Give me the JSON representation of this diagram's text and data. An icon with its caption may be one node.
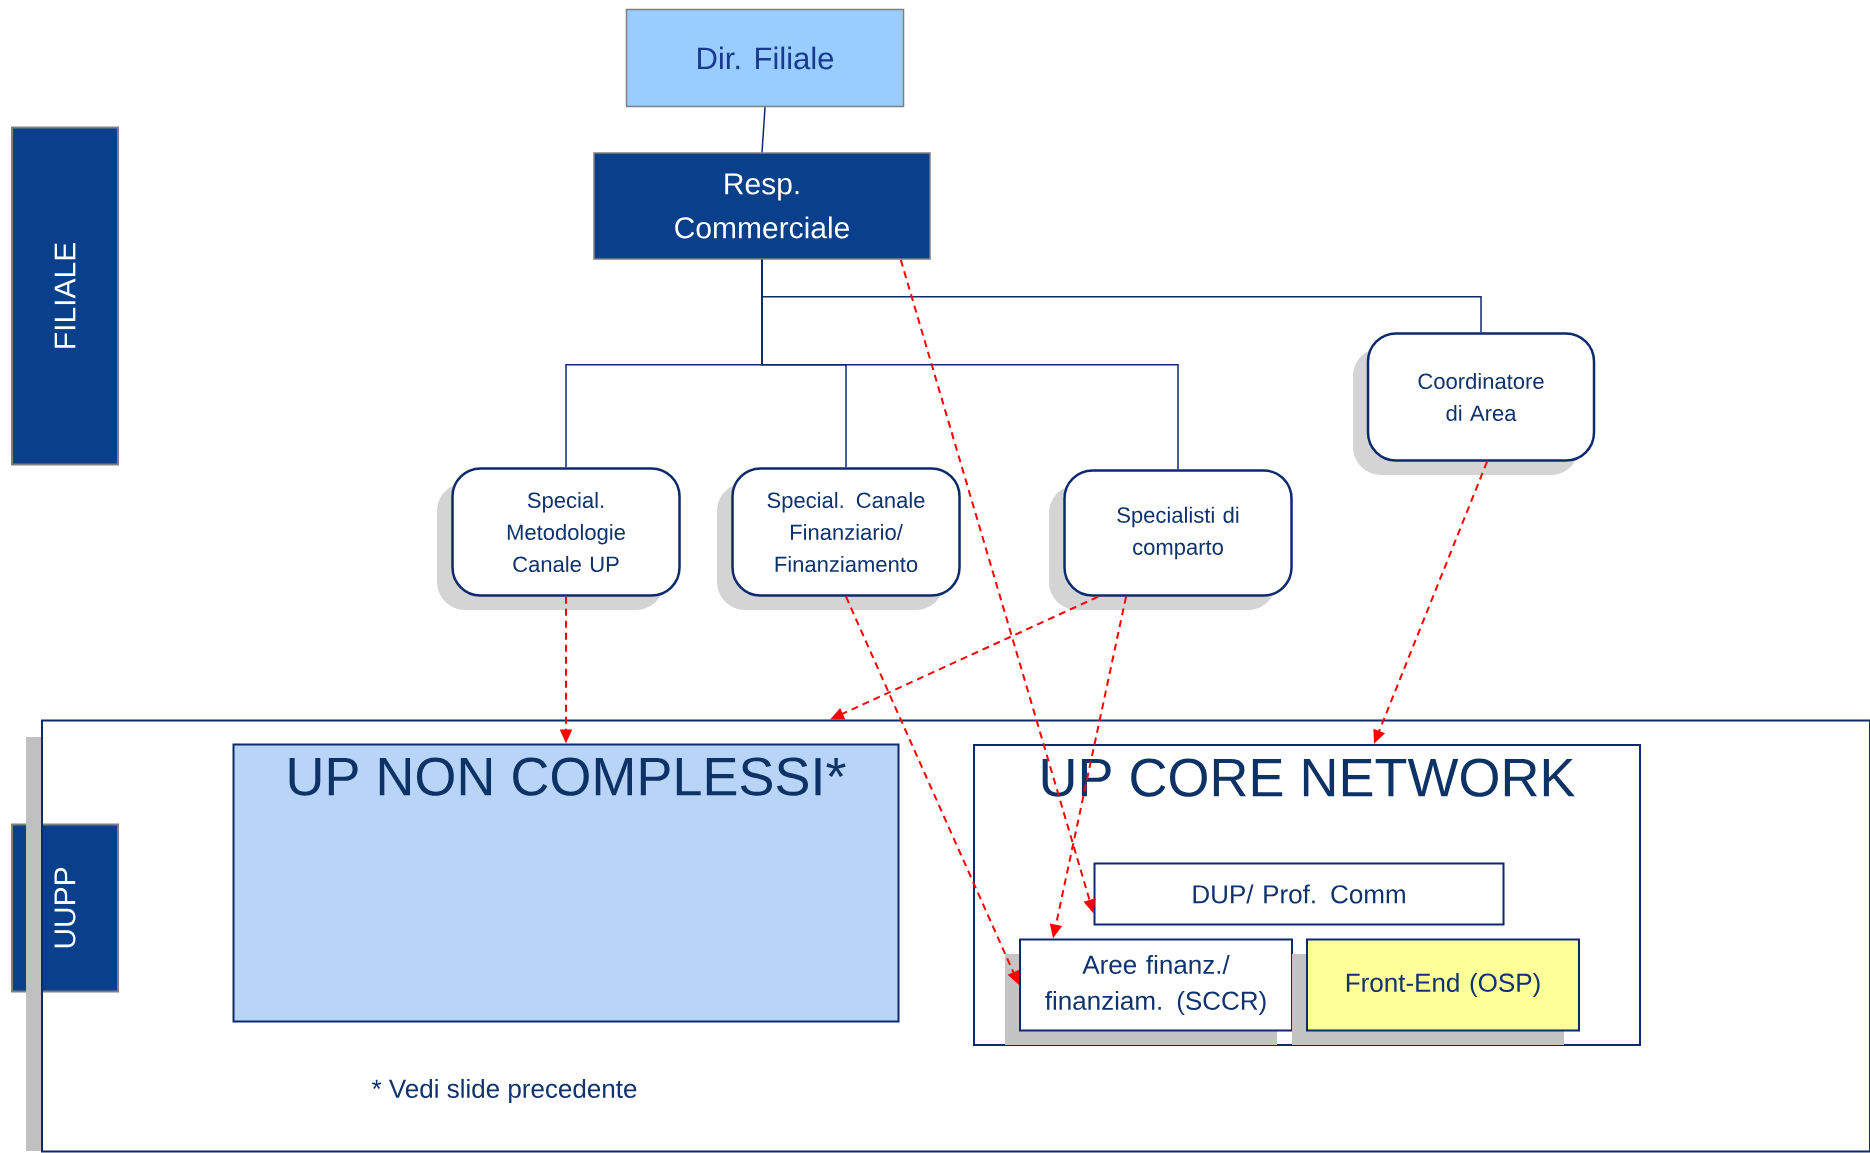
{
  "diagram": {
    "nodes": [
      {
        "text": [
          "FILIALE"
        ]
      },
      {
        "text": [
          "UUPP"
        ]
      },
      {
        "text": [
          "Dir. Filiale"
        ]
      },
      {
        "text": [
          "Resp. Commerciale"
        ]
      },
      {
        "text": [
          "Special. Metodologie Canale UP"
        ]
      },
      {
        "text": [
          "Special. Canale Finanziario/ Finanziamento"
        ]
      },
      {
        "text": [
          "Specialisti  di comparto"
        ]
      },
      {
        "text": [
          "Coordinatore di Area"
        ]
      },
      {
        "text": [],
        "shape": "box"
      },
      {
        "text": [
          "UP NON COMPLESSI*"
        ],
        "in": 8
      },
      {
        "text": [
          "UP CORE NETWORK"
        ],
        "in": 8
      },
      {
        "text": [
          "DUP/ Prof. Comm"
        ],
        "in": 10
      },
      {
        "text": [
          "Aree finanz./ finanziam. (SCCR)"
        ],
        "in": 10
      },
      {
        "text": [
          "Front-End (OSP)"
        ],
        "in": 10
      }
    ],
    "edges": [
      {
        "from": 2,
        "to": 3,
        "arrow": "none",
        "color": "#0d2a6e"
      },
      {
        "from": 3,
        "to": 4,
        "arrow": "none",
        "color": "#0d2a6e"
      },
      {
        "from": 3,
        "to": 5,
        "arrow": "none",
        "color": "#0d2a6e"
      },
      {
        "from": 3,
        "to": 6,
        "arrow": "none",
        "color": "#0d2a6e"
      },
      {
        "from": 3,
        "to": 7,
        "arrow": "none",
        "color": "#0d2a6e"
      },
      {
        "from": 4,
        "to": 9,
        "arrow": "to",
        "style": "dashed",
        "color": "#ff0000"
      },
      {
        "from": 6,
        "to": 8,
        "arrow": "to",
        "style": "dashed",
        "color": "#ff0000"
      },
      {
        "from": 6,
        "to": 12,
        "arrow": "to",
        "style": "dashed",
        "color": "#ff0000"
      },
      {
        "from": 3,
        "to": 11,
        "arrow": "to",
        "style": "dashed",
        "color": "#ff0000"
      },
      {
        "from": 5,
        "to": 12,
        "arrow": "to",
        "style": "dashed",
        "color": "#ff0000"
      },
      {
        "from": 7,
        "to": 10,
        "arrow": "to",
        "style": "dashed",
        "color": "#ff0000"
      }
    ],
    "labels": [
      "* Vedi slide precedente"
    ]
  }
}
